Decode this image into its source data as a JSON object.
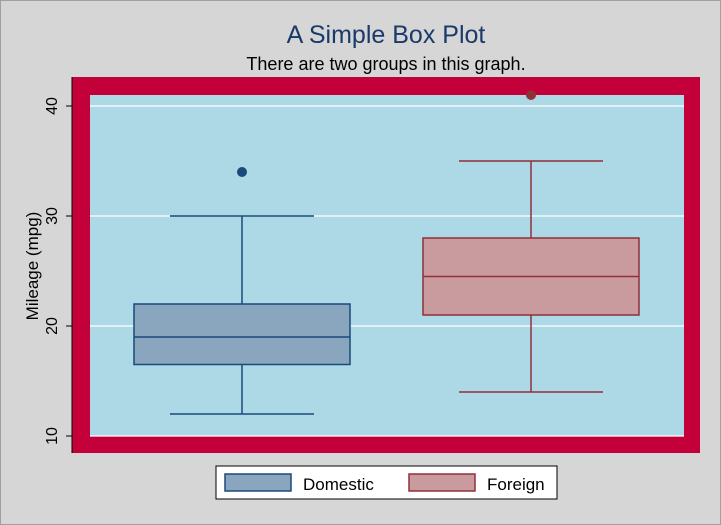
{
  "chart_data": {
    "type": "box",
    "title": "A Simple Box Plot",
    "subtitle": "There are two groups in this graph.",
    "xlabel": "",
    "ylabel": "Mileage (mpg)",
    "ylim": [
      10,
      41
    ],
    "yticks": [
      10,
      20,
      30,
      40
    ],
    "grid": true,
    "legend_position": "bottom",
    "plot_background": "#add8e6",
    "plot_border_color": "#c4003a",
    "series": [
      {
        "name": "Domestic",
        "min": 12,
        "q1": 16.5,
        "median": 19,
        "q3": 22,
        "max": 30,
        "outliers": [
          34
        ],
        "fill": "#8aa5be",
        "stroke": "#1a4a7a"
      },
      {
        "name": "Foreign",
        "min": 14,
        "q1": 21,
        "median": 24.5,
        "q3": 28,
        "max": 35,
        "outliers": [
          41
        ],
        "fill": "#c99a9e",
        "stroke": "#903038"
      }
    ]
  }
}
